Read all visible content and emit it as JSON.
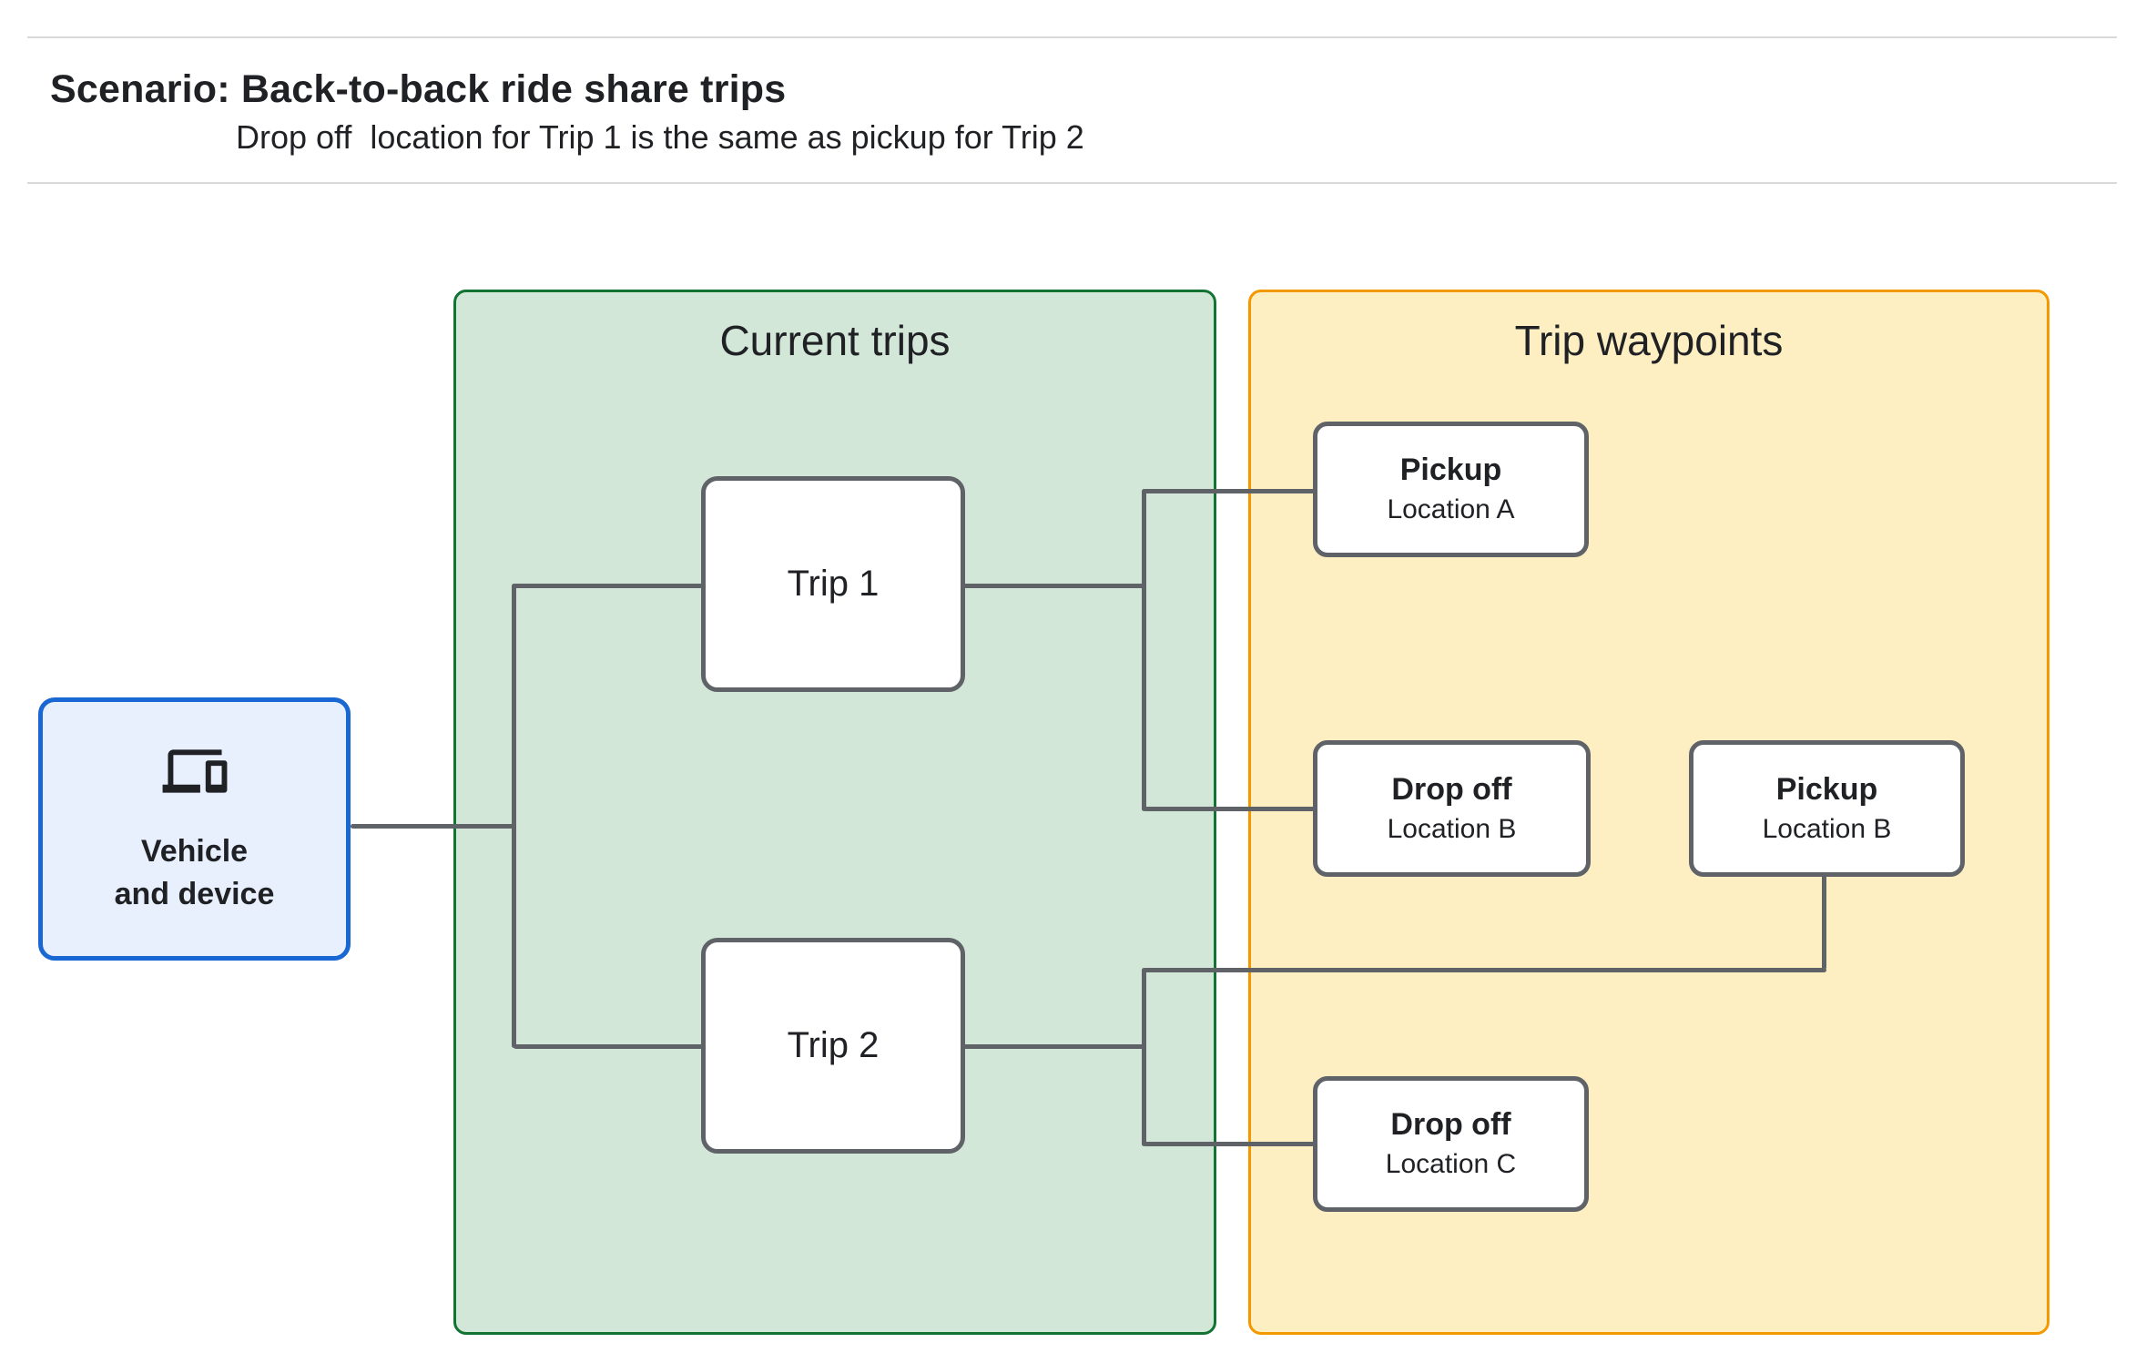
{
  "header": {
    "title": "Scenario: Back-to-back ride share trips",
    "subtitle": "Drop off  location for Trip 1 is the same as pickup for Trip 2"
  },
  "vehicle": {
    "icon": "devices-icon",
    "label_line1": "Vehicle",
    "label_line2": "and device"
  },
  "panels": {
    "current_trips": {
      "title": "Current trips",
      "trips": [
        {
          "label": "Trip 1"
        },
        {
          "label": "Trip 2"
        }
      ]
    },
    "trip_waypoints": {
      "title": "Trip waypoints",
      "waypoints": [
        {
          "type": "Pickup",
          "location": "Location A"
        },
        {
          "type": "Drop off",
          "location": "Location B"
        },
        {
          "type": "Pickup",
          "location": "Location B"
        },
        {
          "type": "Drop off",
          "location": "Location C"
        }
      ]
    }
  },
  "colors": {
    "accent_blue": "#1967d2",
    "blue_fill": "#e8f0fe",
    "green_border": "#137333",
    "green_fill": "#d2e7d8",
    "orange_border": "#f29900",
    "orange_fill": "#feefc3",
    "wire_gray": "#5f6368",
    "text_dark": "#202124",
    "divider": "#d9d9d9"
  }
}
